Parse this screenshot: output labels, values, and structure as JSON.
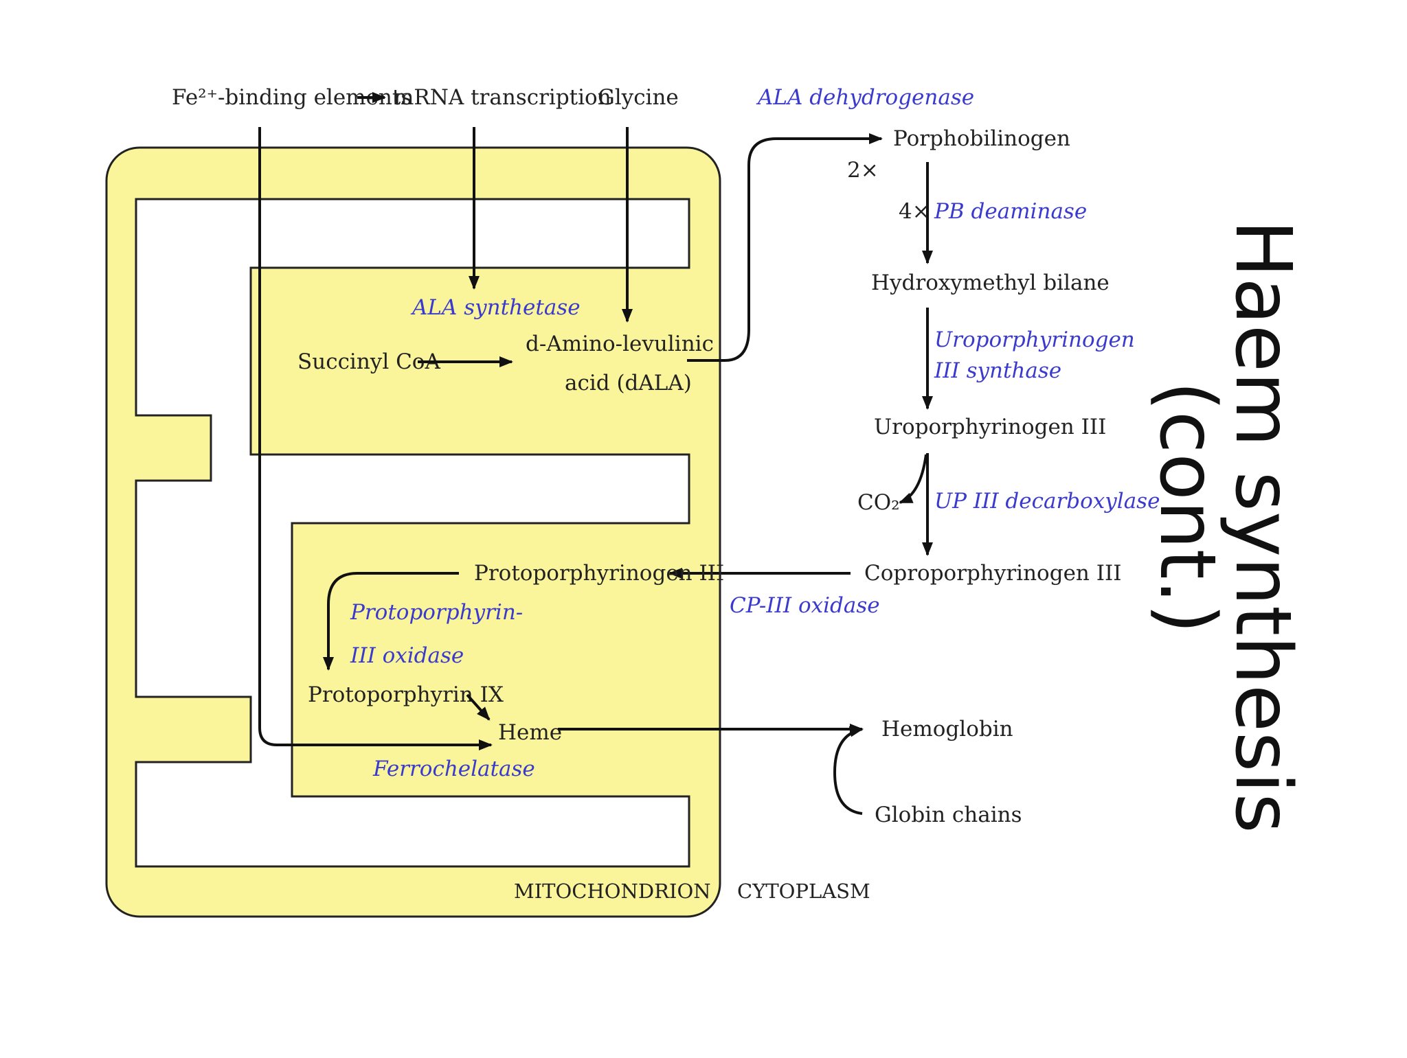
{
  "slide": {
    "title_line1": "Haem synthesis",
    "title_line2": "(cont.)"
  },
  "diagram": {
    "regions": {
      "mitochondrion": "MITOCHONDRION",
      "cytoplasm": "CYTOPLASM"
    },
    "regulation": {
      "fe_binding": "Fe²⁺-binding elements",
      "mrna": "mRNA transcription",
      "glycine": "Glycine"
    },
    "metabolites": {
      "succinyl_coa": "Succinyl CoA",
      "dala_line1": "d-Amino-levulinic",
      "dala_line2": "acid (dALA)",
      "porphobilinogen": "Porphobilinogen",
      "hydroxymethyl_bilane": "Hydroxymethyl bilane",
      "uroporphyrinogen": "Uroporphyrinogen III",
      "coproporphyrinogen": "Coproporphyrinogen III",
      "protoporphyrinogen": "Protoporphyrinogen III",
      "protoporphyrin": "Protoporphyrin IX",
      "heme": "Heme",
      "hemoglobin": "Hemoglobin",
      "globin": "Globin chains",
      "co2": "CO₂"
    },
    "enzymes": {
      "ala_synthetase": "ALA synthetase",
      "ala_dehydrogenase": "ALA dehydrogenase",
      "pb_deaminase": "PB deaminase",
      "uro_synthase_line1": "Uroporphyrinogen",
      "uro_synthase_line2": "III synthase",
      "up_decarboxylase": "UP III decarboxylase",
      "cp_oxidase": "CP-III oxidase",
      "proto_oxidase_line1": "Protoporphyrin-",
      "proto_oxidase_line2": "III oxidase",
      "ferrochelatase": "Ferrochelatase"
    },
    "multipliers": {
      "two_x": "2×",
      "four_x": "4×"
    }
  },
  "colors": {
    "mitochondrion_fill": "#faf59a",
    "enzyme_text": "#3a3acc",
    "text": "#222222",
    "lines": "#111111"
  }
}
